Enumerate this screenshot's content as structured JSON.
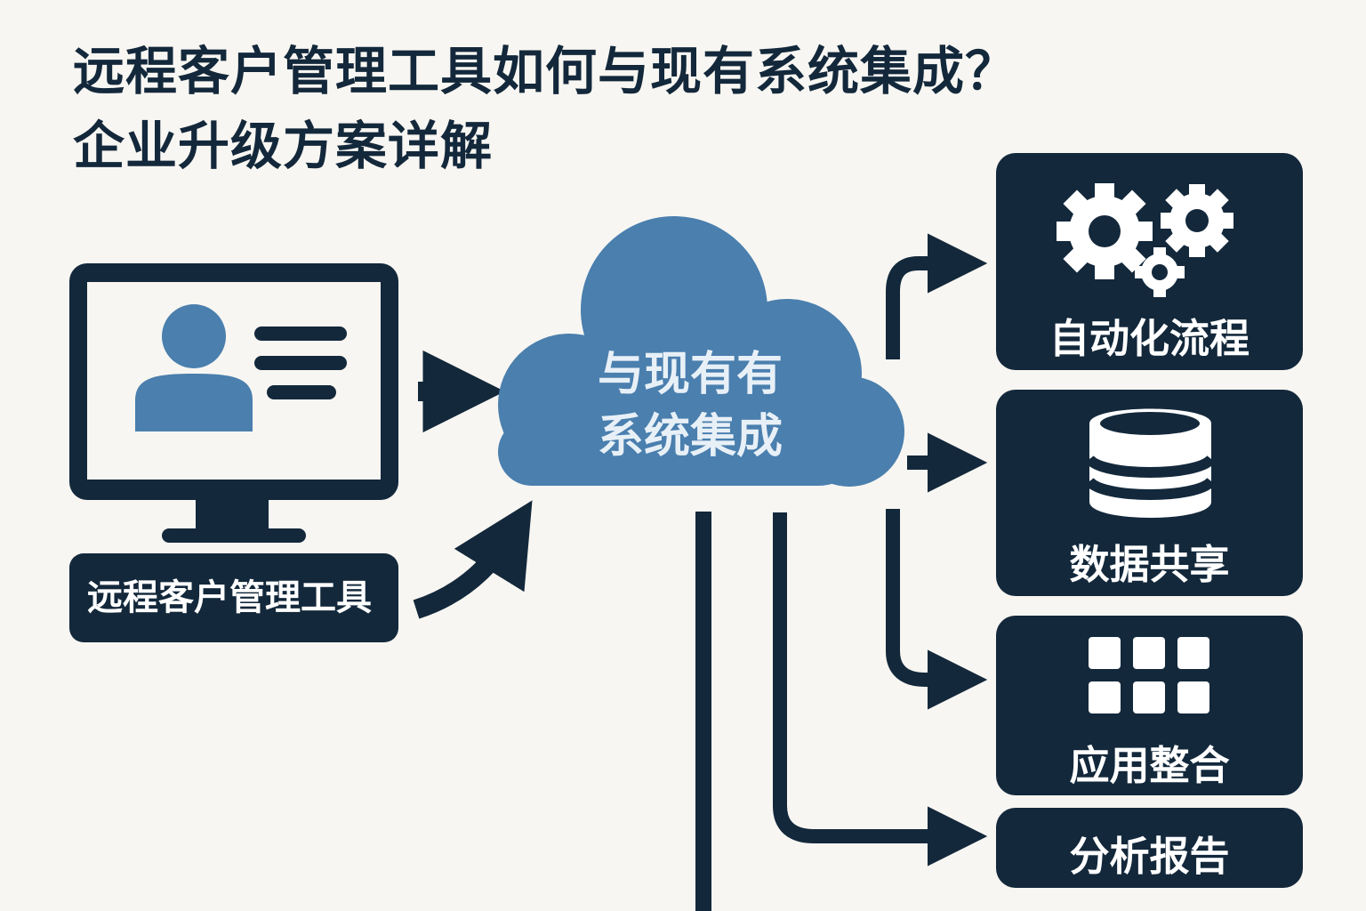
{
  "title": {
    "line1": "远程客户管理工具如何与现有系统集成？",
    "line2": "企业升级方案详解"
  },
  "source": {
    "label": "远程客户管理工具",
    "icon": "monitor-user-icon"
  },
  "hub": {
    "line1": "与现有有",
    "line2": "系统集成",
    "icon": "cloud-icon",
    "color": "#4a7fae"
  },
  "outputs": [
    {
      "label": "自动化流程",
      "icon": "gears-icon"
    },
    {
      "label": "数据共享",
      "icon": "database-icon"
    },
    {
      "label": "应用整合",
      "icon": "app-grid-icon"
    },
    {
      "label": "分析报告",
      "icon": ""
    }
  ],
  "colors": {
    "dark": "#13283b",
    "accent": "#4a7fae",
    "background": "#f8f6f2"
  }
}
